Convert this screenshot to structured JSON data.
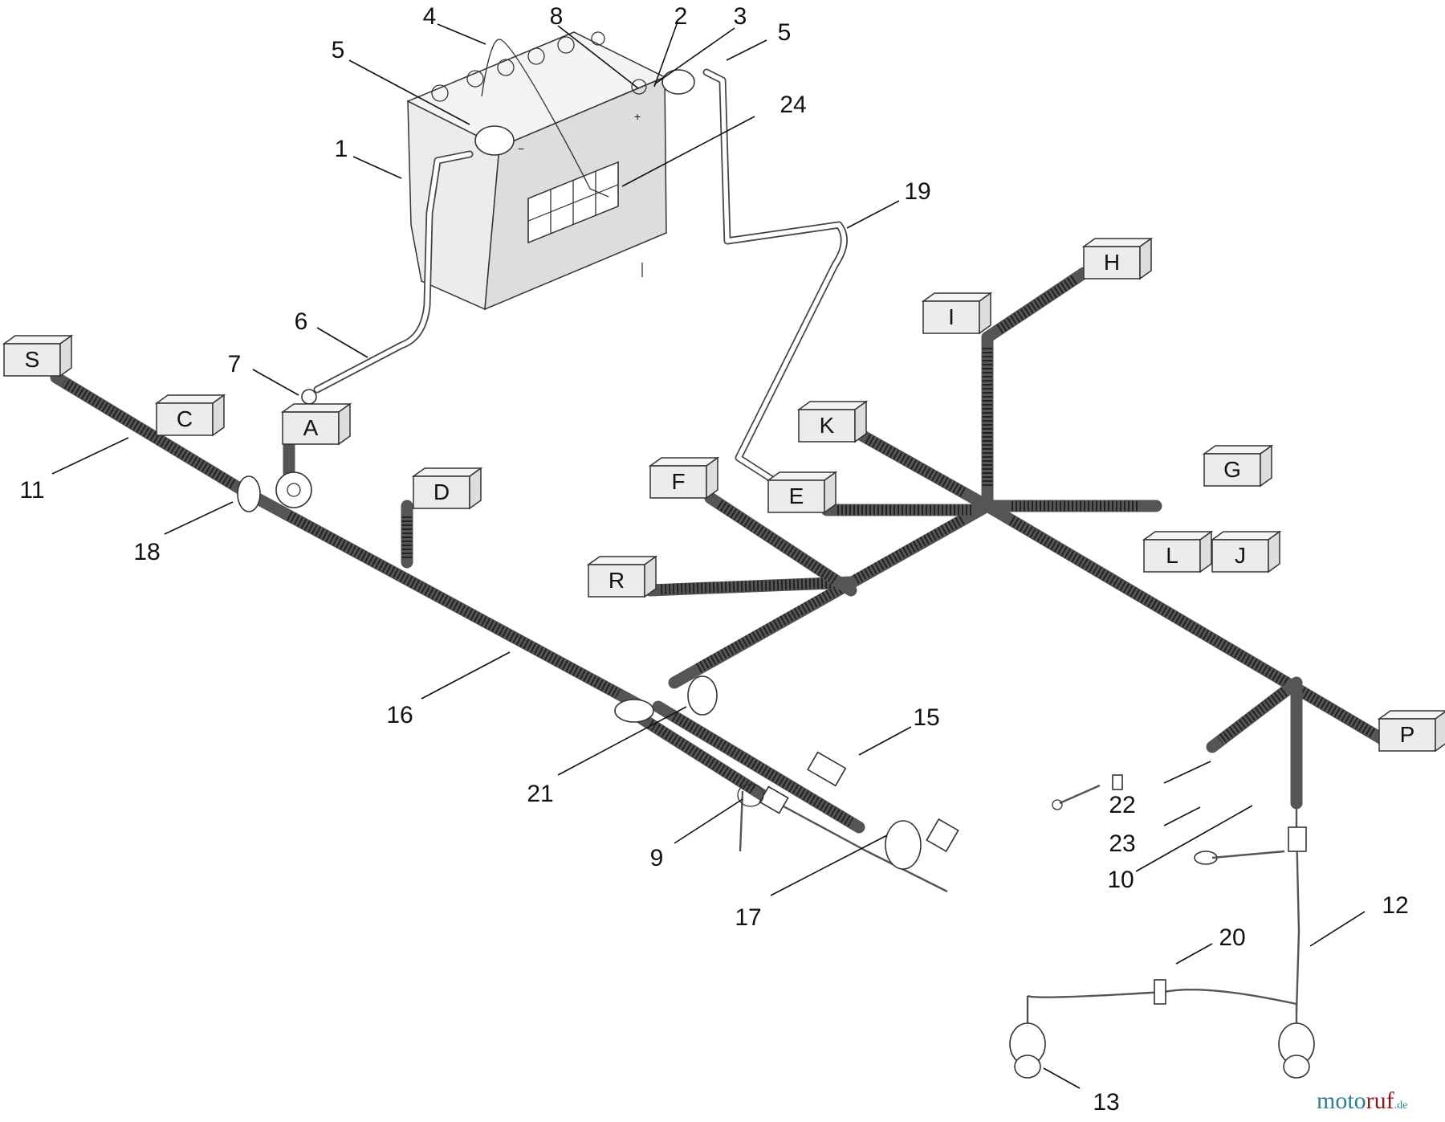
{
  "diagram": {
    "callouts": [
      "1",
      "2",
      "3",
      "4",
      "5",
      "5",
      "6",
      "7",
      "8",
      "9",
      "10",
      "11",
      "12",
      "13",
      "15",
      "16",
      "17",
      "18",
      "19",
      "20",
      "21",
      "22",
      "23",
      "24"
    ],
    "connectors": [
      "S",
      "C",
      "A",
      "D",
      "F",
      "E",
      "R",
      "K",
      "I",
      "H",
      "G",
      "L",
      "J",
      "P"
    ],
    "battery_signs": {
      "minus": "−",
      "plus": "+"
    }
  },
  "watermark": {
    "part1": "moto",
    "part2": "ruf",
    "suffix": ".de"
  },
  "colors": {
    "line": "#333333",
    "watermark_teal": "#2f7d8f",
    "watermark_red": "#8b1a1a"
  }
}
